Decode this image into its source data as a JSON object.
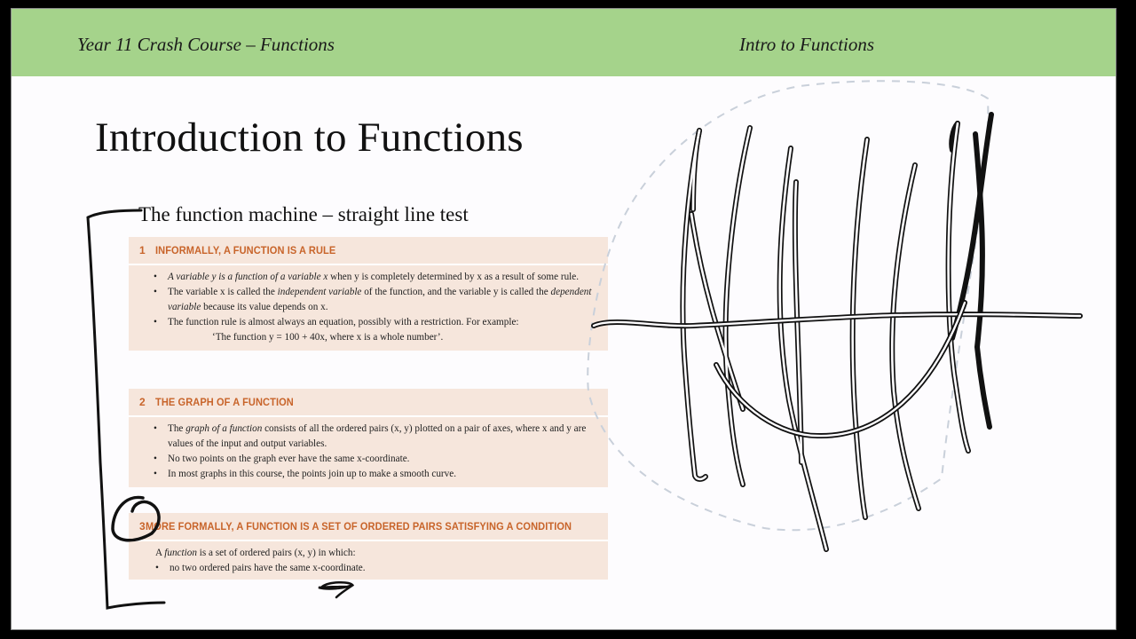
{
  "header": {
    "left_title": "Year 11 Crash Course – Functions",
    "right_title": "Intro to Functions",
    "band_color": "#a5d38b"
  },
  "slide": {
    "title": "Introduction to Functions",
    "subtitle": "The function machine – straight line test"
  },
  "boxes": [
    {
      "number": "1",
      "title": "INFORMALLY, A FUNCTION IS A RULE",
      "bullets": [
        {
          "pre_italic": "A variable y is a function of a variable x",
          "text": " when y is completely determined by x as a result of some rule."
        },
        {
          "text_a": "The variable x is called the ",
          "italic_a": "independent variable",
          "text_b": " of the function, and the variable y is called the ",
          "italic_b": "dependent variable",
          "text_c": " because its value depends on x."
        },
        {
          "text": "The function rule is almost always an equation, possibly with a restriction. For example:",
          "example": "‘The function y = 100 + 40x, where x is a whole number’."
        }
      ]
    },
    {
      "number": "2",
      "title": "THE GRAPH OF A FUNCTION",
      "bullets": [
        {
          "text_a": "The ",
          "italic_a": "graph of a function",
          "text_b": " consists of all the ordered pairs (x, y) plotted on a pair of axes, where x and y are values of the input and output variables."
        },
        {
          "text": "No two points on the graph ever have the same x-coordinate."
        },
        {
          "text": "In most graphs in this course, the points join up to make a smooth curve."
        }
      ]
    },
    {
      "number": "3",
      "title": "MORE FORMALLY, A FUNCTION IS A SET OF ORDERED PAIRS SATISFYING A CONDITION",
      "intro_a": "A ",
      "intro_italic": "function",
      "intro_b": " is a set of ordered pairs (x, y) in which:",
      "bullets": [
        {
          "text": "no two ordered pairs have the same x-coordinate."
        }
      ]
    }
  ],
  "colors": {
    "box_bg": "#f6e6dc",
    "box_heading": "#c8642a",
    "ink": "#111111",
    "lasso": "#c9d0da"
  },
  "annotations": {
    "lasso": "dashed-selection-outline",
    "sketch": "handwritten-vertical-lines-crossing-circle-and-horizontal-line"
  }
}
